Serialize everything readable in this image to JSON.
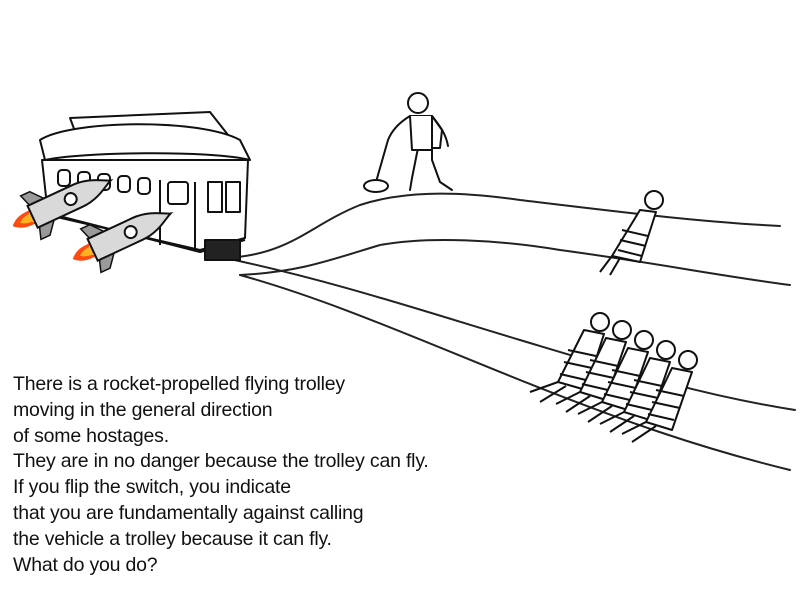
{
  "caption": {
    "lines": [
      "There is a rocket-propelled flying trolley",
      "moving in the general direction",
      "of some hostages.",
      "They are in no danger because the trolley can fly.",
      "If you flip the switch, you indicate",
      "that you are fundamentally against calling",
      "the vehicle a trolley because it can fly.",
      "What do you do?"
    ]
  },
  "colors": {
    "ink": "#111111",
    "background": "#ffffff",
    "rocket_body": "#d9d9d9",
    "rocket_window": "#ffffff",
    "flame_outer": "#ff4a12",
    "flame_inner": "#ffb21f"
  },
  "icons": {
    "trolley": "trolley-icon",
    "rocket": "rocket-icon",
    "person": "person-icon",
    "lever": "lever-icon"
  }
}
